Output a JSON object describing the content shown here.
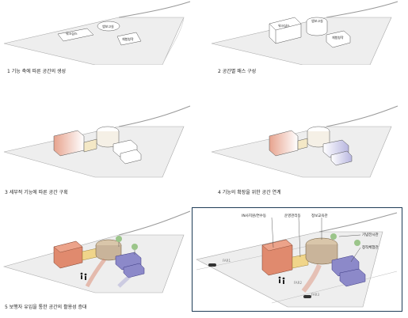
{
  "steps": [
    {
      "caption": "1 기능 축에 따른 공간의 생성"
    },
    {
      "caption": "2 공간별 매스 구성"
    },
    {
      "caption": "3 세부적 기능에 따른 공간 구획"
    },
    {
      "caption": "4 기능의 확장을 위한 공간 연계"
    },
    {
      "caption": "5 보행자 유입을 통한 공간의 활용성 증대"
    }
  ],
  "plan_labels": {
    "a": "워크샵스",
    "b": "앱보고실",
    "c": "체험창작"
  },
  "detail_labels": {
    "l1": "IN사지원/연수동",
    "l2": "운영관리동",
    "l3": "정보교육관",
    "l4": "기념전시관",
    "l5": "창작체험관",
    "r1": "FAR1",
    "r2": "FAR2",
    "r3": "FAR3"
  },
  "colors": {
    "frame": "#1f3d57",
    "orange": "#e08a6e",
    "purple": "#8c89c9",
    "tan": "#c9b49a",
    "yellow": "#f0d58a"
  }
}
